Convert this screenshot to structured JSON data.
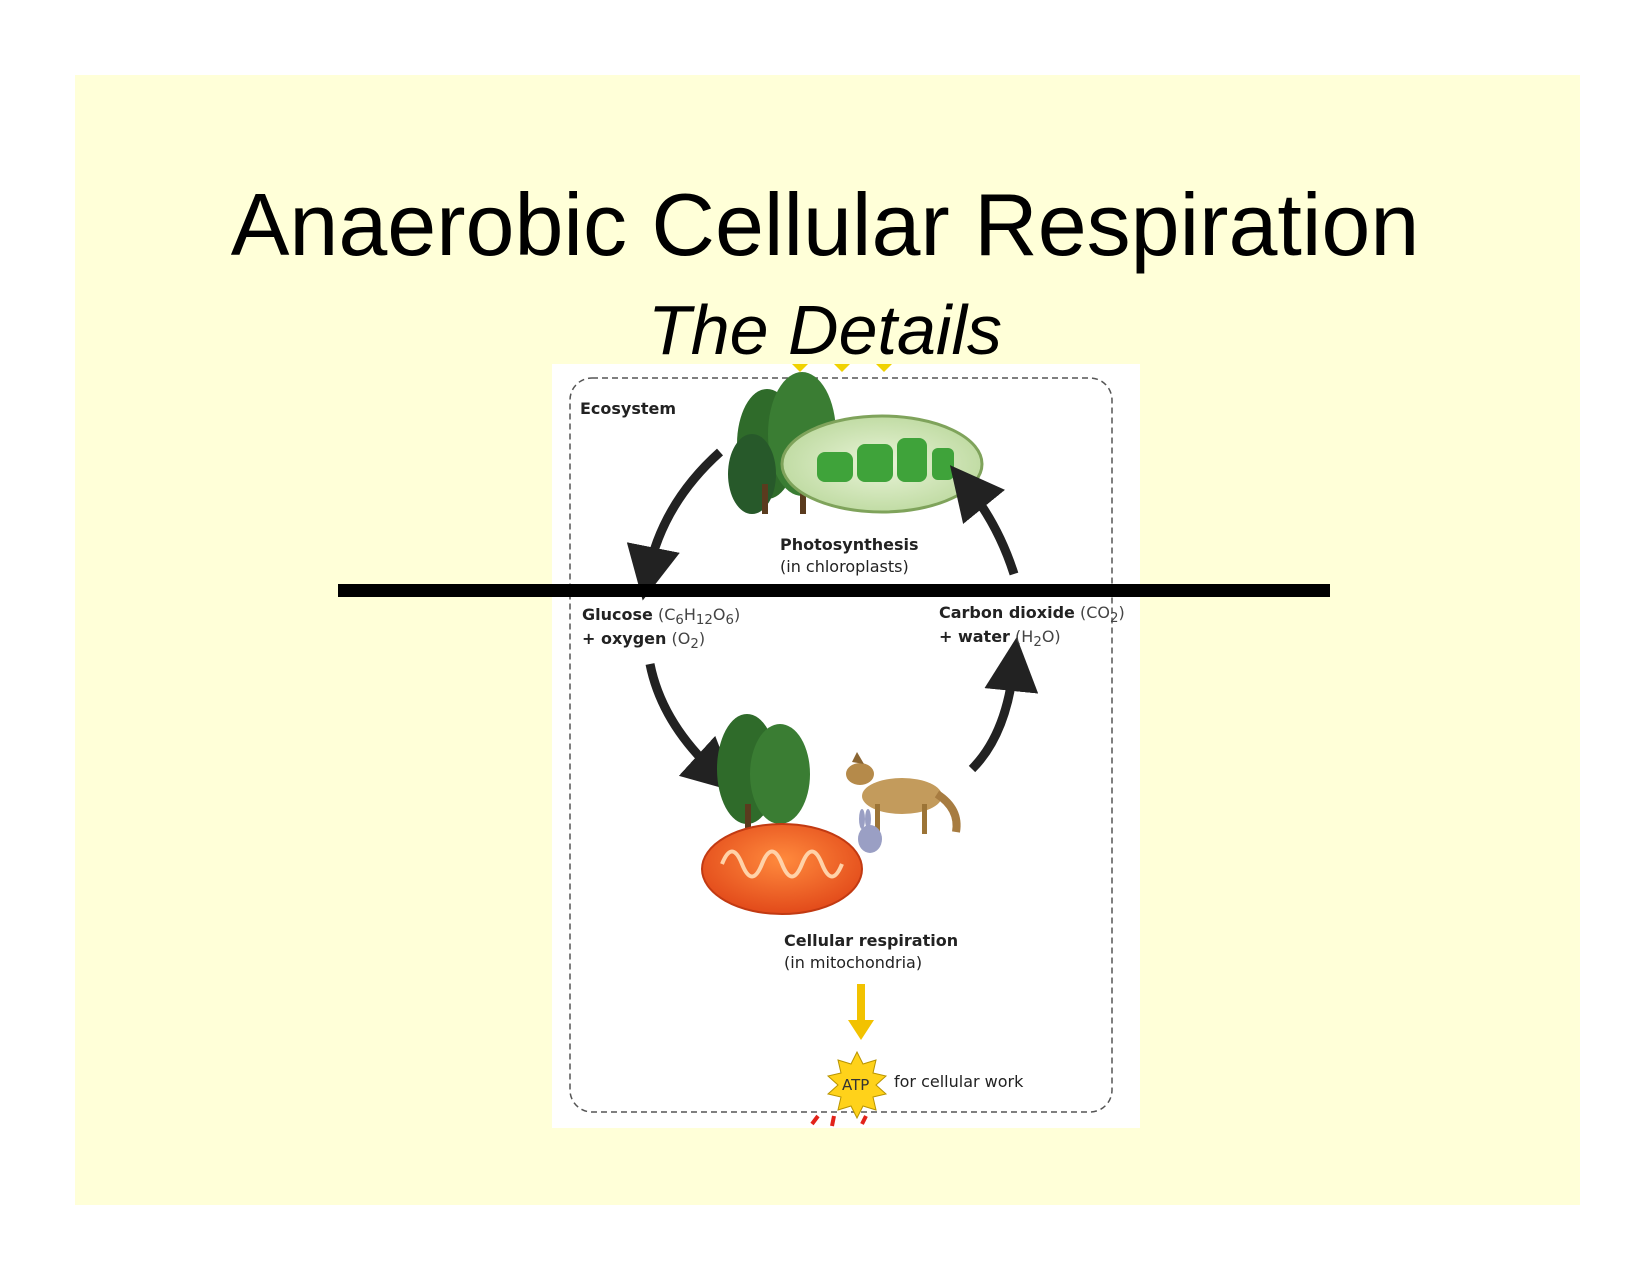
{
  "slide": {
    "title": "Anaerobic Cellular Respiration",
    "subtitle": "The Details",
    "background_color": "#ffffd8"
  },
  "diagram": {
    "ecosystem_label": "Ecosystem",
    "photosynthesis": {
      "name": "Photosynthesis",
      "location": "(in chloroplasts)"
    },
    "inputs": {
      "glucose_name": "Glucose",
      "glucose_formula_prefix": "(C",
      "glucose_sub_c": "6",
      "glucose_h": "H",
      "glucose_sub_h": "12",
      "glucose_o": "O",
      "glucose_sub_o": "6",
      "glucose_close": ")",
      "oxygen_name": "+ oxygen",
      "oxygen_formula_prefix": "(O",
      "oxygen_sub": "2",
      "oxygen_close": ")"
    },
    "outputs": {
      "co2_name": "Carbon dioxide",
      "co2_formula_prefix": "(CO",
      "co2_sub": "2",
      "co2_close": ")",
      "water_name": "+ water",
      "water_formula_prefix": "(H",
      "water_sub": "2",
      "water_close": "O)"
    },
    "respiration": {
      "name": "Cellular respiration",
      "location": "(in mitochondria)"
    },
    "atp_label": "ATP",
    "atp_caption": "for cellular work",
    "icons": [
      "trees-icon",
      "chloroplast-icon",
      "mitochondrion-icon",
      "coyote-icon",
      "rabbit-icon",
      "atp-burst-icon",
      "cycle-arrow-icon"
    ]
  }
}
